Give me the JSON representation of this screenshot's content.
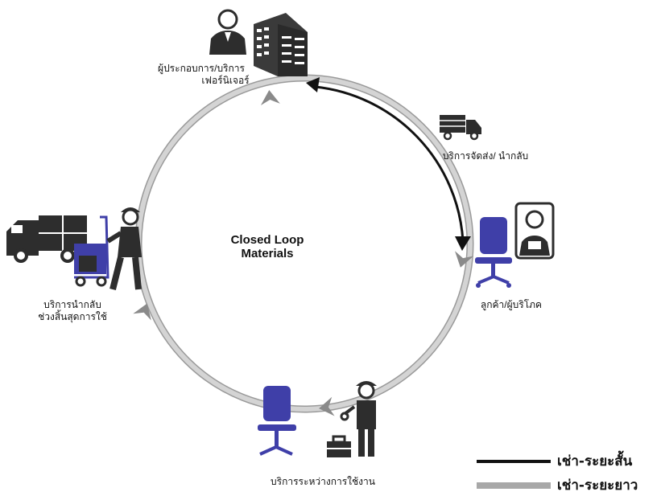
{
  "center": {
    "line1": "Closed Loop",
    "line2": "Materials"
  },
  "nodes": {
    "manufacturer": {
      "line1": "ผู้ประกอบการ/บริการ",
      "line2": "เฟอร์นิเจอร์"
    },
    "delivery": {
      "text": "บริการจัดส่ง/ นำกลับ"
    },
    "customer": {
      "text": "ลูกค้า/ผู้บริโภค"
    },
    "maintenance": {
      "text": "บริการระหว่างการใช้งาน"
    },
    "takeback": {
      "line1": "บริการนำกลับ",
      "line2": "ช่วงสิ้นสุดการใช้"
    }
  },
  "legend": {
    "short_term": {
      "label": "เช่า-ระยะสั้น",
      "color": "#111111"
    },
    "long_term": {
      "label": "เช่า-ระยะยาว",
      "color": "#a8a8a8"
    }
  },
  "colors": {
    "ring": "#c9c9c9",
    "ring_edge": "#9a9a9a",
    "chair": "#3f3fa8",
    "icon_dark": "#2d2d2d"
  }
}
